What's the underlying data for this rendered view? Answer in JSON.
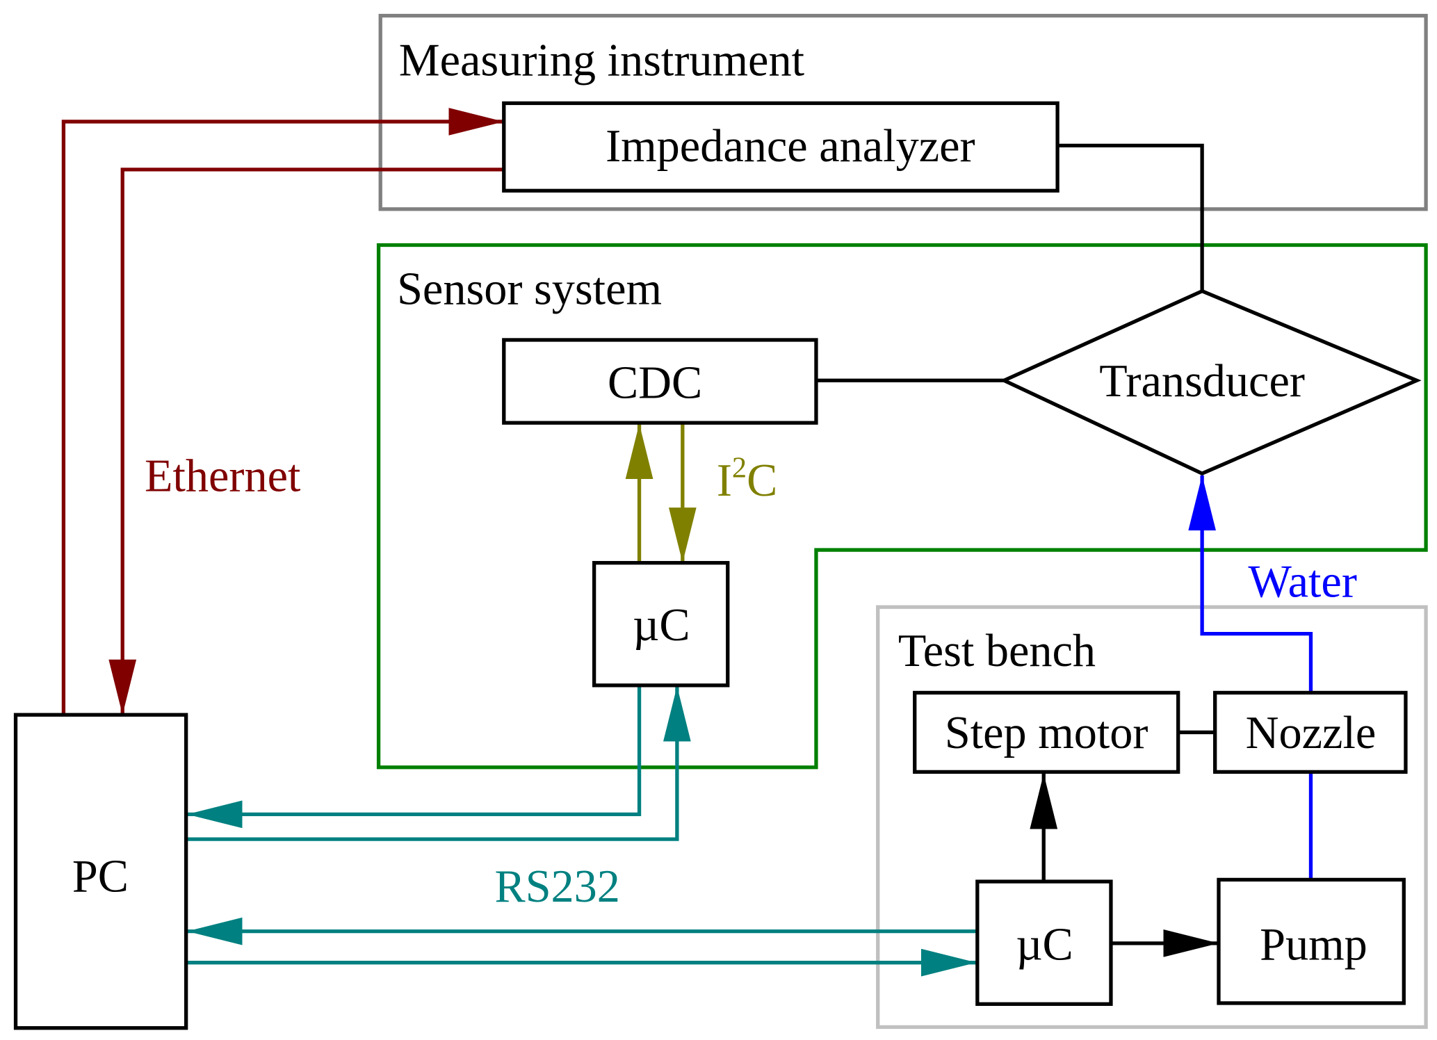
{
  "groups": {
    "measuring": {
      "title": "Measuring instrument",
      "color": "#808080"
    },
    "sensor": {
      "title": "Sensor system",
      "color": "#008000"
    },
    "testbench": {
      "title": "Test bench",
      "color": "#c0c0c0"
    }
  },
  "nodes": {
    "impedance": "Impedance analyzer",
    "cdc": "CDC",
    "transducer": "Transducer",
    "uc_sensor": "µC",
    "pc": "PC",
    "step_motor": "Step motor",
    "nozzle": "Nozzle",
    "uc_bench": "µC",
    "pump": "Pump"
  },
  "links": {
    "ethernet": {
      "label": "Ethernet",
      "color": "#800000"
    },
    "i2c": {
      "label": "I",
      "sup": "2",
      "label_tail": "C",
      "color": "#808000"
    },
    "rs232": {
      "label": "RS232",
      "color": "#008080"
    },
    "water": {
      "label": "Water",
      "color": "#0000ff"
    }
  }
}
